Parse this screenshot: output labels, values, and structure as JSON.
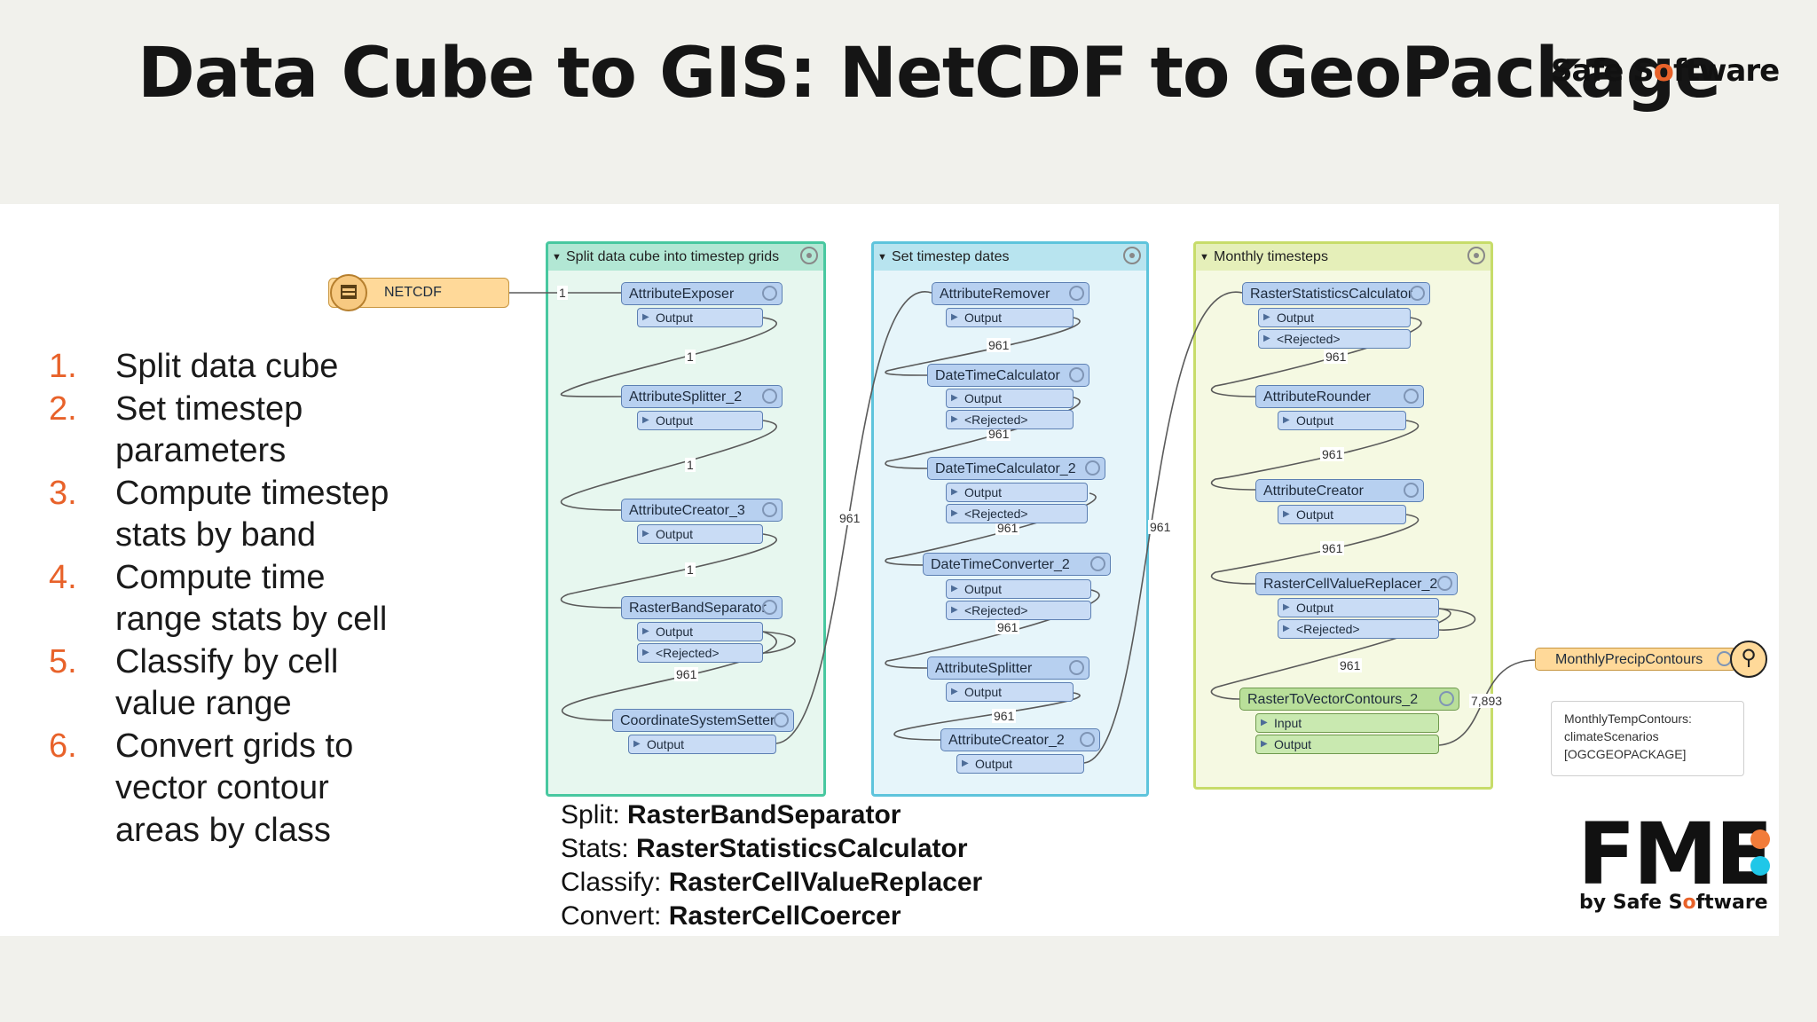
{
  "title": "Data Cube to GIS: NetCDF to GeoPackage",
  "brand": {
    "pre": "Safe S",
    "o": "o",
    "post": "ftware"
  },
  "steps": [
    {
      "num": "1.",
      "text": "Split data cube"
    },
    {
      "num": "2.",
      "text": "Set timestep parameters"
    },
    {
      "num": "3.",
      "text": "Compute timestep stats by band"
    },
    {
      "num": "4.",
      "text": "Compute time range stats by cell"
    },
    {
      "num": "5.",
      "text": "Classify by cell value range"
    },
    {
      "num": "6.",
      "text": "Convert grids to vector contour areas by class"
    }
  ],
  "summary": [
    {
      "label": "Split:",
      "value": "RasterBandSeparator"
    },
    {
      "label": "Stats:",
      "value": "RasterStatisticsCalculator"
    },
    {
      "label": "Classify:",
      "value": "RasterCellValueReplacer"
    },
    {
      "label": "Convert:",
      "value": "RasterCellCoercer"
    }
  ],
  "workspace": {
    "reader": "NETCDF",
    "writer": "MonthlyPrecipContours",
    "note": [
      "MonthlyTempContours:",
      "climateScenarios",
      "[OGCGEOPACKAGE]"
    ],
    "groups": [
      {
        "title": "Split data cube into timestep grids",
        "color": "#48c8a0",
        "bg": "#e7f7ef"
      },
      {
        "title": "Set timestep dates",
        "color": "#5ec4dc",
        "bg": "#e6f5fa"
      },
      {
        "title": "Monthly timesteps",
        "color": "#c7dc6a",
        "bg": "#f5f9e2"
      }
    ],
    "transformers": [
      "AttributeExposer",
      "AttributeSplitter_2",
      "AttributeCreator_3",
      "RasterBandSeparator",
      "CoordinateSystemSetter",
      "AttributeRemover",
      "DateTimeCalculator",
      "DateTimeCalculator_2",
      "DateTimeConverter_2",
      "AttributeSplitter",
      "AttributeCreator_2",
      "RasterStatisticsCalculator",
      "AttributeRounder",
      "AttributeCreator",
      "RasterCellValueReplacer_2",
      "RasterToVectorContours_2"
    ],
    "ports": {
      "output": "Output",
      "rejected": "<Rejected>",
      "input": "Input"
    },
    "counts": {
      "one": "1",
      "n961": "961",
      "n7893": "7,893"
    }
  },
  "fme": {
    "logo": "FME",
    "by_pre": "by Safe S",
    "by_o": "o",
    "by_post": "ftware"
  }
}
